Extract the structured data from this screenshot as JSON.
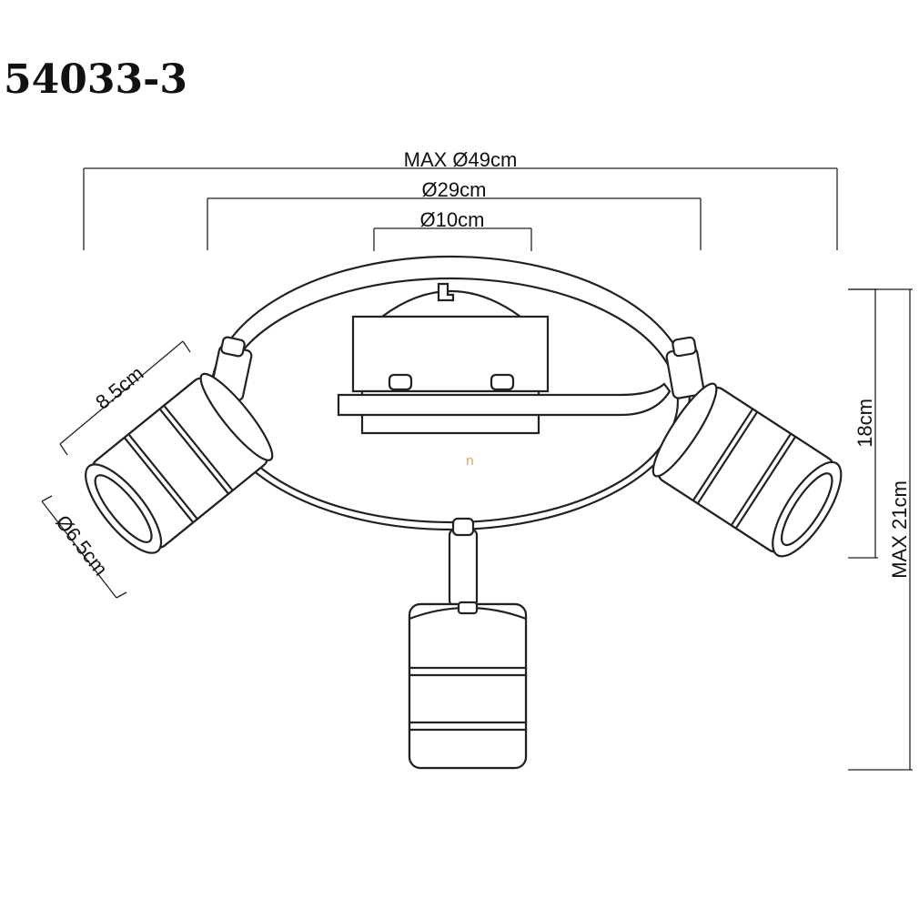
{
  "title": "54033-3",
  "dimensions": {
    "max_width": "MAX Ø49cm",
    "ring_diameter": "Ø29cm",
    "base_diameter": "Ø10cm",
    "spot_length": "8.5cm",
    "spot_diameter": "Ø6.5cm",
    "height": "18cm",
    "max_height": "MAX 21cm"
  },
  "watermark": "n"
}
